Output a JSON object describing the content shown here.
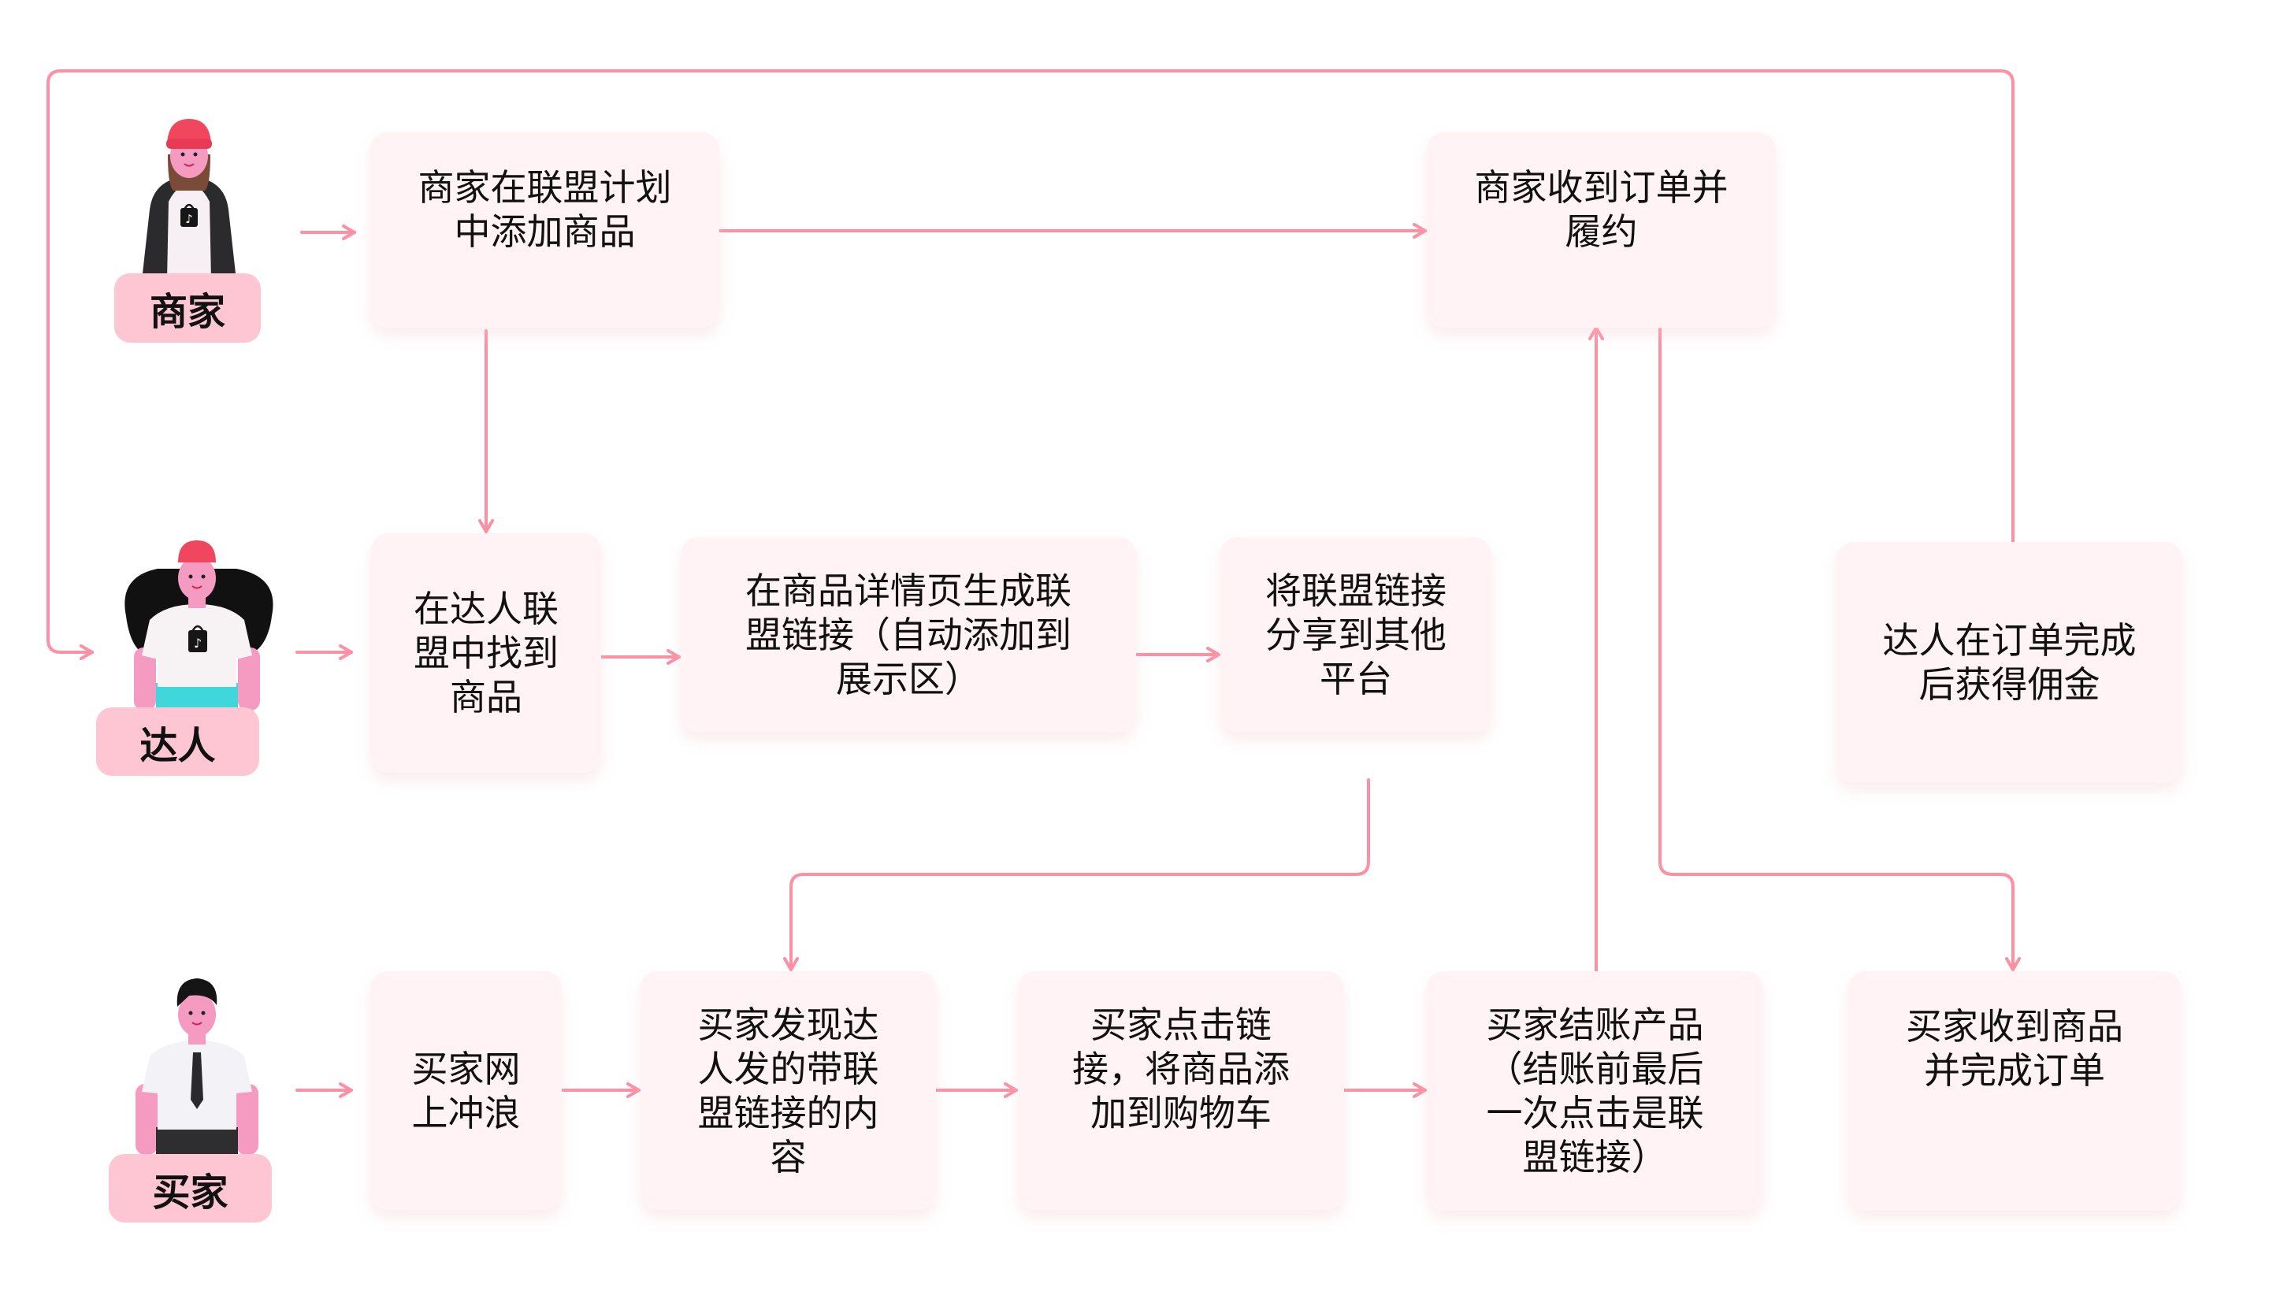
{
  "diagram": {
    "line_color": "#ff8fa3",
    "box_fill": "#fff3f5",
    "label_fill": "#fec6d2"
  },
  "roles": {
    "merchant": {
      "label": "商家",
      "avatar": "merchant-avatar-icon"
    },
    "creator": {
      "label": "达人",
      "avatar": "creator-avatar-icon"
    },
    "buyer": {
      "label": "买家",
      "avatar": "buyer-avatar-icon"
    }
  },
  "steps": {
    "merchant_add_product": "商家在联盟计划\n中添加商品",
    "merchant_fulfill": "商家收到订单并\n履约",
    "creator_find_product": "在达人联\n盟中找到\n商品",
    "creator_generate_link": "在商品详情页生成联\n盟链接（自动添加到\n展示区）",
    "creator_share_link": "将联盟链接\n分享到其他\n平台",
    "creator_commission": "达人在订单完成\n后获得佣金",
    "buyer_browse": "买家网\n上冲浪",
    "buyer_discover": "买家发现达\n人发的带联\n盟链接的内\n容",
    "buyer_click_link": "买家点击链\n接，将商品添\n加到购物车",
    "buyer_checkout": "买家结账产品\n（结账前最后\n一次点击是联\n盟链接）",
    "buyer_receive": "买家收到商品\n并完成订单"
  }
}
